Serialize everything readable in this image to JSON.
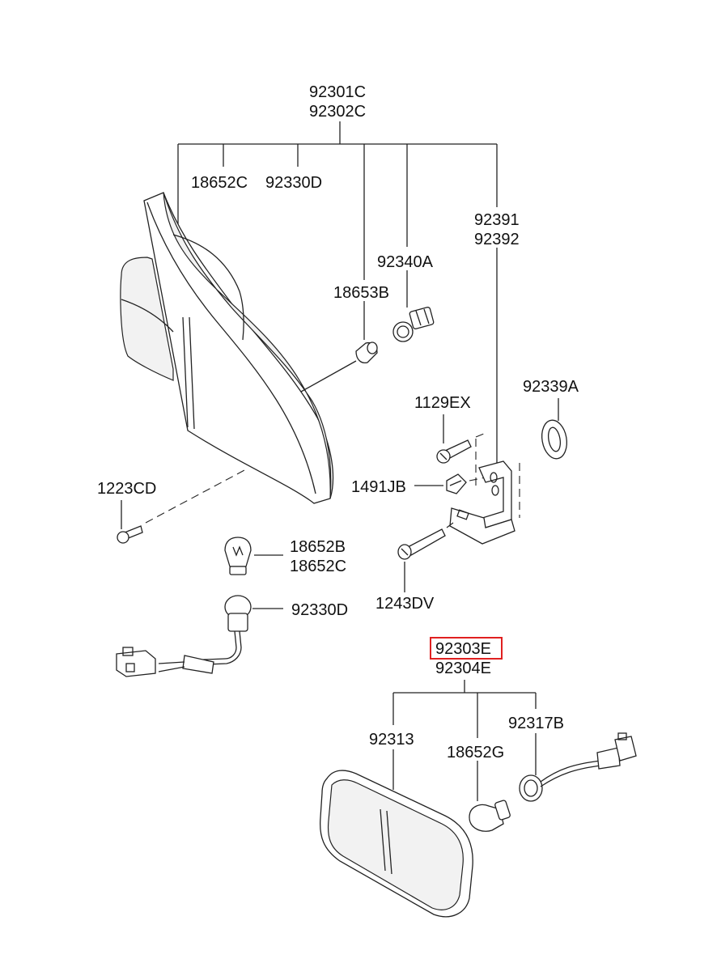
{
  "labels": {
    "l_92301C": "92301C",
    "l_92302C": "92302C",
    "l_18652C_top": "18652C",
    "l_92330D_top": "92330D",
    "l_92391": "92391",
    "l_92392": "92392",
    "l_92340A": "92340A",
    "l_18653B": "18653B",
    "l_92339A": "92339A",
    "l_1129EX": "1129EX",
    "l_1491JB": "1491JB",
    "l_1223CD": "1223CD",
    "l_18652B": "18652B",
    "l_18652C": "18652C",
    "l_92330D": "92330D",
    "l_1243DV": "1243DV",
    "l_92303E": "92303E",
    "l_92304E": "92304E",
    "l_92313": "92313",
    "l_18652G": "18652G",
    "l_92317B": "92317B"
  },
  "highlight_color": "#e02020"
}
